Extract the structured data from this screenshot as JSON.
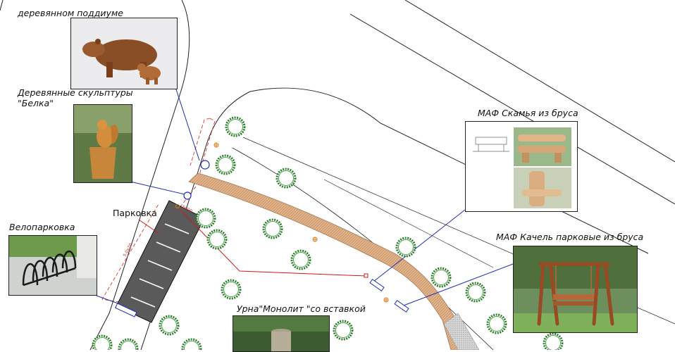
{
  "labels": {
    "bear": "деревянном поддиуме",
    "squirrel_line1": "Деревянные скульптуры",
    "squirrel_line2": "\"Белка\"",
    "bench": "МАФ Скамья из бруса",
    "swing": "МАФ Качель парковые из бруса",
    "bike": "Велопарковка",
    "parking": "Парковка",
    "urn": "Урна\"Монолит \"со вставкой"
  },
  "dimensions": {
    "parking_length": "5,0x20",
    "parking_width": "5000"
  },
  "colors": {
    "path_fill": "#e3b48a",
    "path_hatch": "#b98a62",
    "tree_stroke": "#2e7d2e",
    "leader_blue": "#1f2fb5",
    "leader_red": "#cc1b1b",
    "parking_fill": "#5a5a5a"
  },
  "icons": [
    "tree-icon",
    "orange-marker-icon",
    "bench-symbol-icon",
    "urn-symbol-icon"
  ]
}
